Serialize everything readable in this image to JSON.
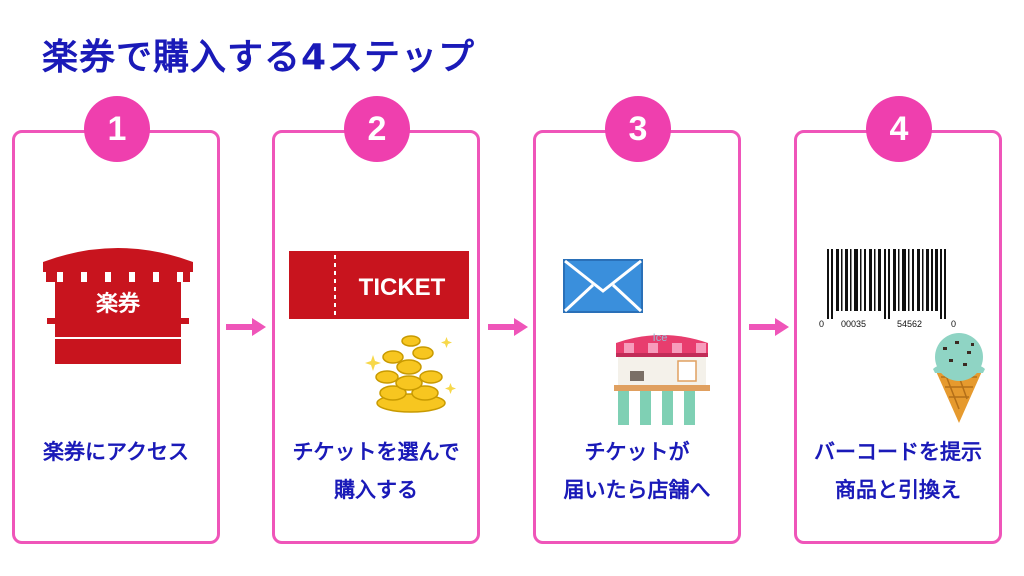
{
  "title": "楽券で購入する4ステップ",
  "colors": {
    "accent": "#ef3fae",
    "text": "#1a1ab8",
    "red": "#c8141e"
  },
  "steps": [
    {
      "number": "1",
      "label": "楽券にアクセス",
      "sign": "楽券",
      "icon": "ticket-booth-icon"
    },
    {
      "number": "2",
      "label": "チケットを選んで\n購入する",
      "ticket": "TICKET",
      "icon": "ticket-icon"
    },
    {
      "number": "3",
      "label": "チケットが\n届いたら店舗へ",
      "shop_sign": "Ice",
      "icon": "envelope-icon"
    },
    {
      "number": "4",
      "label": "バーコードを提示\n商品と引換え",
      "barcode": {
        "d1": "0",
        "d2": "00035",
        "d3": "54562",
        "d4": "0"
      },
      "icon": "barcode-icon"
    }
  ]
}
